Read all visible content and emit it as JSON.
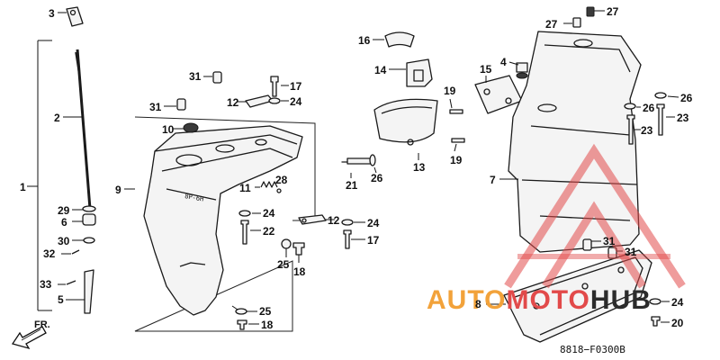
{
  "diagram": {
    "drawing_code": "8818−F0300B",
    "direction_label": "FR."
  },
  "callouts": [
    "1",
    "2",
    "3",
    "4",
    "5",
    "6",
    "7",
    "8",
    "9",
    "10",
    "11",
    "12",
    "12",
    "13",
    "14",
    "15",
    "16",
    "17",
    "17",
    "18",
    "18",
    "19",
    "19",
    "20",
    "21",
    "22",
    "23",
    "23",
    "24",
    "24",
    "24",
    "24",
    "25",
    "25",
    "26",
    "26",
    "26",
    "27",
    "27",
    "28",
    "29",
    "30",
    "31",
    "31",
    "31",
    "31",
    "32",
    "33"
  ],
  "watermark": {
    "parts": [
      {
        "text": "AUTO",
        "color": "#f2a23a"
      },
      {
        "text": "MOTO",
        "color": "#e24a4a"
      },
      {
        "text": "HUB",
        "color": "#2b2b2b"
      }
    ]
  }
}
